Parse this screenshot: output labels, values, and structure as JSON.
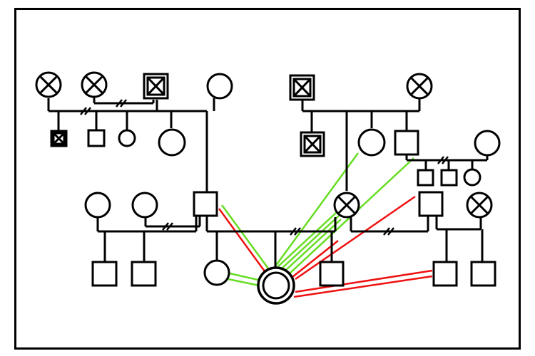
{
  "diagram": {
    "type": "genogram-with-relationship-lines",
    "colors": {
      "ink": "#000000",
      "positive_relationship": "#66dd22",
      "negative_relationship": "#ee1111",
      "background": "#ffffff"
    },
    "legend_symbols": {
      "male": "square",
      "female": "circle",
      "deceased": "x-mark",
      "index_person": "double-circle",
      "divorce": "double-slash"
    },
    "generations": [
      {
        "name": "grandparents",
        "members": [
          {
            "id": "gp1",
            "sex": "female",
            "deceased": true
          },
          {
            "id": "gp2",
            "sex": "female",
            "deceased": true
          },
          {
            "id": "gp3",
            "sex": "male",
            "deceased": true
          },
          {
            "id": "gp4",
            "sex": "female",
            "deceased": false
          },
          {
            "id": "gp5",
            "sex": "male",
            "deceased": true
          },
          {
            "id": "gp6",
            "sex": "female",
            "deceased": true
          }
        ]
      },
      {
        "name": "parents-aunts-uncles",
        "members": [
          {
            "id": "p1",
            "sex": "male",
            "deceased": true
          },
          {
            "id": "p2",
            "sex": "male",
            "deceased": false
          },
          {
            "id": "p3",
            "sex": "female",
            "deceased": false
          },
          {
            "id": "p4",
            "sex": "female",
            "deceased": false
          },
          {
            "id": "p5",
            "sex": "male",
            "deceased": true
          },
          {
            "id": "p6",
            "sex": "female",
            "deceased": false
          },
          {
            "id": "p7",
            "sex": "male",
            "deceased": false
          },
          {
            "id": "p8",
            "sex": "female",
            "deceased": false
          },
          {
            "id": "p9",
            "sex": "male",
            "deceased": false
          },
          {
            "id": "p10",
            "sex": "male",
            "deceased": false
          },
          {
            "id": "p11",
            "sex": "female",
            "deceased": false
          },
          {
            "id": "p12",
            "sex": "female",
            "deceased": false
          },
          {
            "id": "p13",
            "sex": "female",
            "deceased": false
          },
          {
            "id": "p14",
            "sex": "male",
            "deceased": false
          },
          {
            "id": "p15",
            "sex": "female",
            "deceased": true
          },
          {
            "id": "p16",
            "sex": "male",
            "deceased": false
          }
        ]
      },
      {
        "name": "index-generation",
        "members": [
          {
            "id": "c1",
            "sex": "male",
            "deceased": false
          },
          {
            "id": "c2",
            "sex": "male",
            "deceased": false
          },
          {
            "id": "c3",
            "sex": "female",
            "deceased": false
          },
          {
            "id": "index",
            "sex": "female",
            "deceased": false,
            "index_person": true
          },
          {
            "id": "c4",
            "sex": "male",
            "deceased": false
          },
          {
            "id": "c5",
            "sex": "male",
            "deceased": false
          },
          {
            "id": "c6",
            "sex": "male",
            "deceased": false
          }
        ]
      }
    ],
    "relationship_lines": {
      "positive_count": 8,
      "negative_count": 5
    }
  }
}
